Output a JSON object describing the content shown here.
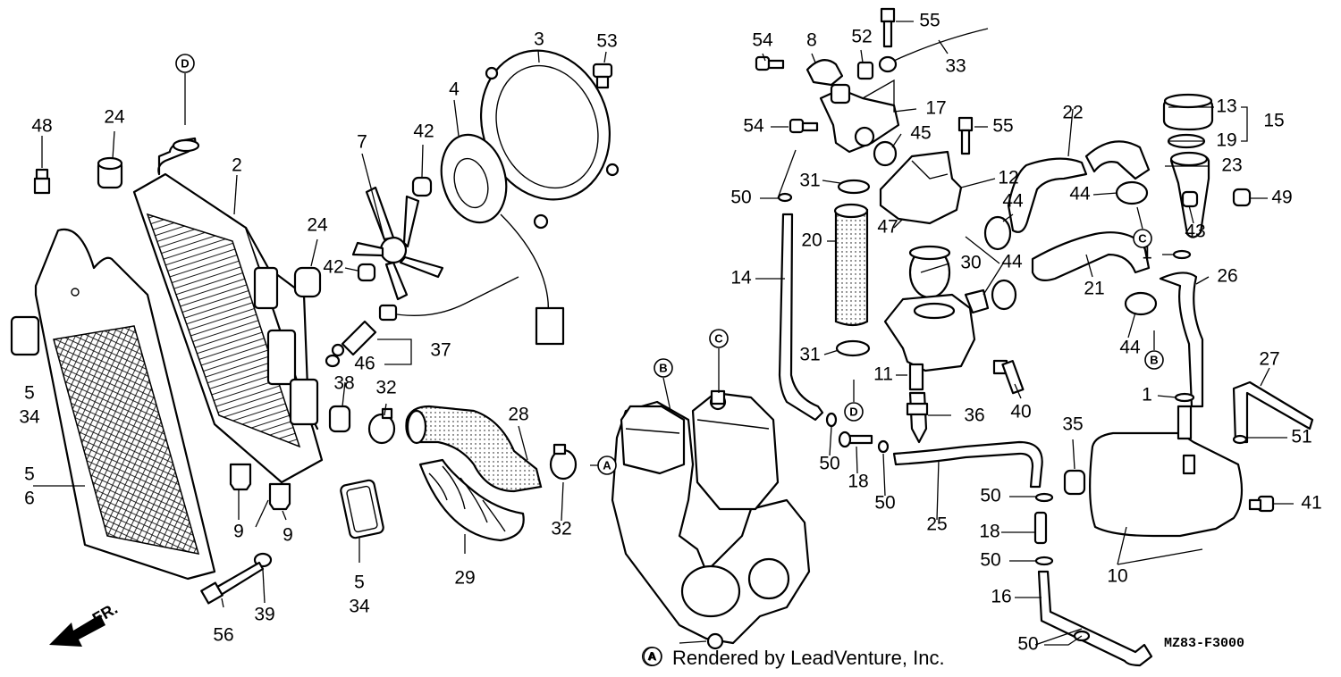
{
  "callouts": [
    {
      "id": "c1",
      "text": "1"
    },
    {
      "id": "c1b",
      "text": "1"
    },
    {
      "id": "c2",
      "text": "2"
    },
    {
      "id": "c3",
      "text": "3"
    },
    {
      "id": "c4",
      "text": "4"
    },
    {
      "id": "c5a",
      "text": "5"
    },
    {
      "id": "c34a",
      "text": "34"
    },
    {
      "id": "c5b",
      "text": "5"
    },
    {
      "id": "c6",
      "text": "6"
    },
    {
      "id": "c5c",
      "text": "5"
    },
    {
      "id": "c34b",
      "text": "34"
    },
    {
      "id": "c7",
      "text": "7"
    },
    {
      "id": "c8",
      "text": "8"
    },
    {
      "id": "c9a",
      "text": "9"
    },
    {
      "id": "c9b",
      "text": "9"
    },
    {
      "id": "c10",
      "text": "10"
    },
    {
      "id": "c11",
      "text": "11"
    },
    {
      "id": "c12",
      "text": "12"
    },
    {
      "id": "c13",
      "text": "13"
    },
    {
      "id": "c14",
      "text": "14"
    },
    {
      "id": "c15",
      "text": "15"
    },
    {
      "id": "c16",
      "text": "16"
    },
    {
      "id": "c17",
      "text": "17"
    },
    {
      "id": "c18a",
      "text": "18"
    },
    {
      "id": "c18b",
      "text": "18"
    },
    {
      "id": "c19",
      "text": "19"
    },
    {
      "id": "c20",
      "text": "20"
    },
    {
      "id": "c21",
      "text": "21"
    },
    {
      "id": "c22",
      "text": "22"
    },
    {
      "id": "c23",
      "text": "23"
    },
    {
      "id": "c24a",
      "text": "24"
    },
    {
      "id": "c24b",
      "text": "24"
    },
    {
      "id": "c25",
      "text": "25"
    },
    {
      "id": "c26",
      "text": "26"
    },
    {
      "id": "c27",
      "text": "27"
    },
    {
      "id": "c28",
      "text": "28"
    },
    {
      "id": "c29",
      "text": "29"
    },
    {
      "id": "c30",
      "text": "30"
    },
    {
      "id": "c31a",
      "text": "31"
    },
    {
      "id": "c31b",
      "text": "31"
    },
    {
      "id": "c32a",
      "text": "32"
    },
    {
      "id": "c32b",
      "text": "32"
    },
    {
      "id": "c33",
      "text": "33"
    },
    {
      "id": "c35",
      "text": "35"
    },
    {
      "id": "c36",
      "text": "36"
    },
    {
      "id": "c37",
      "text": "37"
    },
    {
      "id": "c38",
      "text": "38"
    },
    {
      "id": "c39",
      "text": "39"
    },
    {
      "id": "c40",
      "text": "40"
    },
    {
      "id": "c41",
      "text": "41"
    },
    {
      "id": "c42a",
      "text": "42"
    },
    {
      "id": "c42b",
      "text": "42"
    },
    {
      "id": "c43",
      "text": "43"
    },
    {
      "id": "c44a",
      "text": "44"
    },
    {
      "id": "c44b",
      "text": "44"
    },
    {
      "id": "c44c",
      "text": "44"
    },
    {
      "id": "c44d",
      "text": "44"
    },
    {
      "id": "c45",
      "text": "45"
    },
    {
      "id": "c46",
      "text": "46"
    },
    {
      "id": "c47",
      "text": "47"
    },
    {
      "id": "c48",
      "text": "48"
    },
    {
      "id": "c49",
      "text": "49"
    },
    {
      "id": "c50a",
      "text": "50"
    },
    {
      "id": "c50b",
      "text": "50"
    },
    {
      "id": "c50c",
      "text": "50"
    },
    {
      "id": "c50d",
      "text": "50"
    },
    {
      "id": "c50e",
      "text": "50"
    },
    {
      "id": "c50f",
      "text": "50"
    },
    {
      "id": "c51",
      "text": "51"
    },
    {
      "id": "c52",
      "text": "52"
    },
    {
      "id": "c53",
      "text": "53"
    },
    {
      "id": "c54a",
      "text": "54"
    },
    {
      "id": "c54b",
      "text": "54"
    },
    {
      "id": "c55a",
      "text": "55"
    },
    {
      "id": "c55b",
      "text": "55"
    },
    {
      "id": "c56",
      "text": "56"
    }
  ],
  "markers": [
    {
      "id": "mA1",
      "text": "A"
    },
    {
      "id": "mA2",
      "text": "A"
    },
    {
      "id": "mB1",
      "text": "B"
    },
    {
      "id": "mB2",
      "text": "B"
    },
    {
      "id": "mC1",
      "text": "C"
    },
    {
      "id": "mC2",
      "text": "C"
    },
    {
      "id": "mD1",
      "text": "D"
    },
    {
      "id": "mD2",
      "text": "D"
    }
  ],
  "direction_label": "FR.",
  "credit_text": "Rendered by LeadVenture, Inc.",
  "credit_marker": "A",
  "diagram_code": "MZ83-F3000"
}
